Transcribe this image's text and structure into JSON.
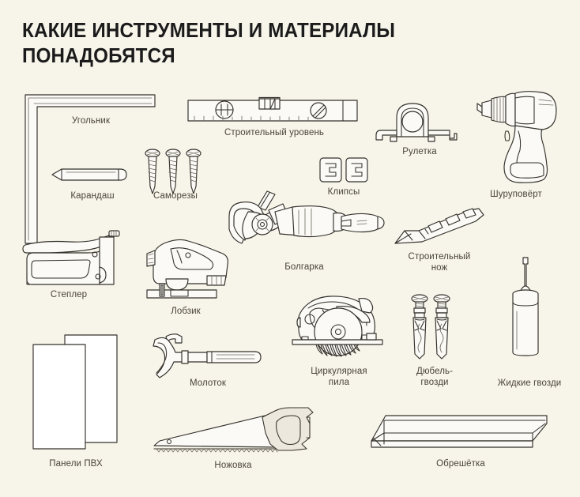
{
  "page": {
    "background_color": "#f7f4ea",
    "line_color": "#34302b",
    "label_color": "#4a443c",
    "title_color": "#1b1b1b"
  },
  "header": {
    "title": "КАКИЕ ИНСТРУМЕНТЫ И МАТЕРИАЛЫ ПОНАДОБЯТСЯ"
  },
  "items": [
    {
      "id": "ugolnik",
      "label": "Угольник",
      "icon": "carpenter-square-icon"
    },
    {
      "id": "karandash",
      "label": "Карандаш",
      "icon": "pencil-icon"
    },
    {
      "id": "samorezy",
      "label": "Саморезы",
      "icon": "screws-icon"
    },
    {
      "id": "uroven",
      "label": "Строительный уровень",
      "icon": "spirit-level-icon"
    },
    {
      "id": "klipsy",
      "label": "Клипсы",
      "icon": "clips-icon"
    },
    {
      "id": "ruletka",
      "label": "Рулетка",
      "icon": "tape-measure-icon"
    },
    {
      "id": "shurupovert",
      "label": "Шуруповёрт",
      "icon": "cordless-drill-icon"
    },
    {
      "id": "stepler",
      "label": "Степлер",
      "icon": "staple-gun-icon"
    },
    {
      "id": "lobzik",
      "label": "Лобзик",
      "icon": "jigsaw-icon"
    },
    {
      "id": "bolgarka",
      "label": "Болгарка",
      "icon": "angle-grinder-icon"
    },
    {
      "id": "nozh",
      "label": "Строительный\nнож",
      "icon": "utility-knife-icon"
    },
    {
      "id": "molotok",
      "label": "Молоток",
      "icon": "hammer-icon"
    },
    {
      "id": "cirkulyarka",
      "label": "Циркулярная\nпила",
      "icon": "circular-saw-icon"
    },
    {
      "id": "dyubel",
      "label": "Дюбель-\nгвозди",
      "icon": "frame-anchors-icon"
    },
    {
      "id": "zhidkie",
      "label": "Жидкие гвозди",
      "icon": "liquid-nails-tube-icon"
    },
    {
      "id": "paneli",
      "label": "Панели ПВХ",
      "icon": "pvc-panels-icon"
    },
    {
      "id": "nozhovka",
      "label": "Ножовка",
      "icon": "handsaw-icon"
    },
    {
      "id": "obreshetka",
      "label": "Обрешётка",
      "icon": "batten-icon"
    }
  ]
}
